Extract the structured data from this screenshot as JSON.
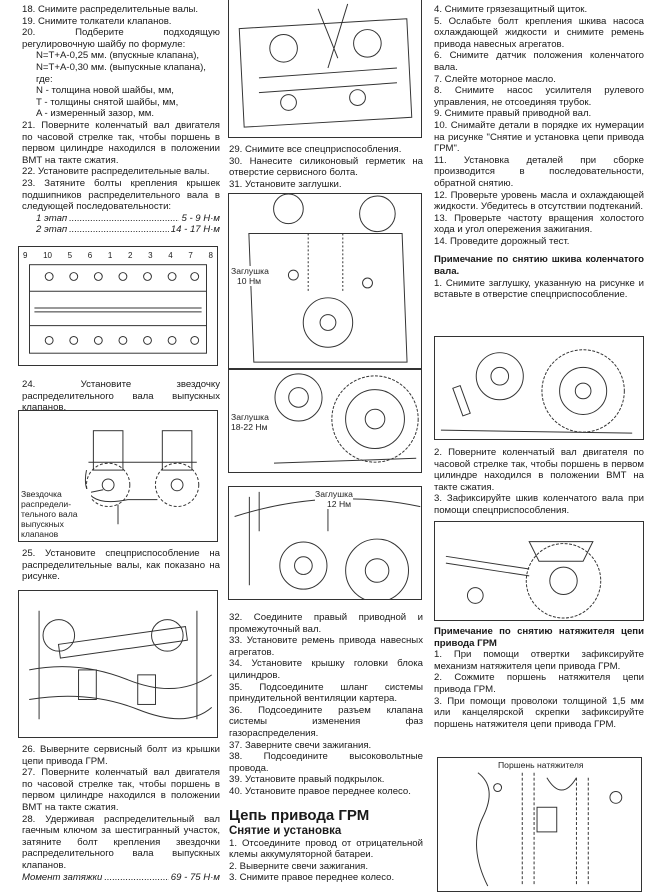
{
  "left": {
    "s18": "18. Снимите распределительные валы.",
    "s19": "19. Снимите толкатели клапанов.",
    "s20": "20. Подберите подходящую регулировочную шайбу по формуле:",
    "f1": "N=T+A-0,25 мм. (впускные клапана),",
    "f2": "N=T+A-0,30 мм. (выпускные клапана), где:",
    "f3": "N - толщина новой шайбы, мм,",
    "f4": "T - толщины снятой шайбы, мм,",
    "f5": "A - измеренный зазор, мм.",
    "s21": "21. Поверните коленчатый вал двигателя по часовой стрелке так, чтобы поршень в первом цилиндре находился в положении ВМТ на такте сжатия.",
    "s22": "22. Установите распределительные валы.",
    "s23": "23. Затяните болты крепления крышек подшипников распределительного вала в следующей последовательности:",
    "stage1": "1 этап",
    "stage1_val": "5 - 9 Н·м",
    "stage2": "2 этап",
    "stage2_val": "14 - 17 Н·м",
    "seq": [
      "9",
      "10",
      "5",
      "6",
      "1",
      "2",
      "3",
      "4",
      "7",
      "8"
    ],
    "s24": "24. Установите звездочку распределительного вала выпускных клапанов.",
    "fig2_label": "Звездочка распредели-тельного вала выпускных клапанов",
    "s25": "25. Установите спецприспособление на распределительные валы, как показано на рисунке.",
    "s26": "26. Выверните сервисный болт из крышки цепи привода ГРМ.",
    "s27": "27. Поверните коленчатый вал двигателя по часовой стрелке так, чтобы поршень в первом цилиндре находился в положении ВМТ на такте сжатия.",
    "s28": "28. Удерживая распределительный вал гаечным ключом за шестигранный участок, затяните болт крепления звездочки распределительного вала выпускных клапанов.",
    "torque": "Момент затяжки",
    "torque_val": "69 - 75 Н·м"
  },
  "middle": {
    "s29": "29. Снимите все спецприспособления.",
    "s30": "30. Нанесите силиконовый герметик на отверстие сервисного болта.",
    "s31": "31. Установите заглушки.",
    "plug1_a": "Заглушка",
    "plug1_b": "10 Нм",
    "plug2_a": "Заглушка",
    "plug2_b": "18-22 Нм",
    "plug3_a": "Заглушка",
    "plug3_b": "12 Нм",
    "s32": "32. Соедините правый приводной и промежуточный вал.",
    "s33": "33. Установите ремень привода навесных агрегатов.",
    "s34": "34. Установите крышку головки блока цилиндров.",
    "s35": "35. Подсоедините шланг системы принудительной вентиляции картера.",
    "s36": "36. Подсоедините разъем клапана системы изменения фаз газораспределения.",
    "s37": "37. Заверните свечи зажигания.",
    "s38": "38. Подсоедините высоковольтные провода.",
    "s39": "39. Установите правый подкрылок.",
    "s40": "40. Установите правое переднее колесо.",
    "heading": "Цепь привода ГРМ",
    "subheading": "Снятие и установка",
    "r1": "1. Отсоедините провод от отрицательной клемы аккумуляторной батареи.",
    "r2": "2. Выверните свечи зажигания.",
    "r3": "3. Снимите правое переднее колесо."
  },
  "right": {
    "r4": "4. Снимите грязезащитный щиток.",
    "r5": "5. Ослабьте болт крепления шкива насоса охлаждающей жидкости и снимите ремень привода навесных агрегатов.",
    "r6": "6. Снимите датчик положения коленчатого вала.",
    "r7": "7. Слейте моторное масло.",
    "r8": "8. Снимите насос усилителя рулевого управления, не отсоединяя трубок.",
    "r9": "9. Снимите правый приводной вал.",
    "r10": "10. Снимайте детали в порядке их нумерации на рисунке \"Снятие и установка цепи привода ГРМ\".",
    "r11": "11. Установка деталей при сборке производится в последовательности, обратной снятию.",
    "r12": "12. Проверьте уровень масла и охлаждающей жидкости. Убедитесь в отсутствии подтеканий.",
    "r13": "13. Проверьте частоту вращения холостого хода и угол опережения зажигания.",
    "r14": "14. Проведите дорожный тест.",
    "note1": "Примечание по снятию шкива коленчатого вала.",
    "n1_1": "1. Снимите заглушку, указанную на рисунке и вставьте в отверстие спецприспособление.",
    "n1_2": "2. Поверните коленчатый вал двигателя по часовой стрелке так, чтобы поршень в первом цилиндре находился в положении ВМТ на такте сжатия.",
    "n1_3": "3. Зафиксируйте шкив коленчатого вала при помощи спецприспособления.",
    "note2": "Примечание по снятию натяжителя цепи привода ГРМ",
    "n2_1": "1. При помощи отвертки зафиксируйте механизм натяжителя цепи привода ГРМ.",
    "n2_2": "2. Сожмите поршень натяжителя цепи привода ГРМ.",
    "n2_3": "3. При помощи проволоки толщиной 1,5 мм или канцелярской скрепки зафиксируйте поршень натяжителя цепи привода ГРМ.",
    "fig_label": "Поршень натяжителя"
  }
}
